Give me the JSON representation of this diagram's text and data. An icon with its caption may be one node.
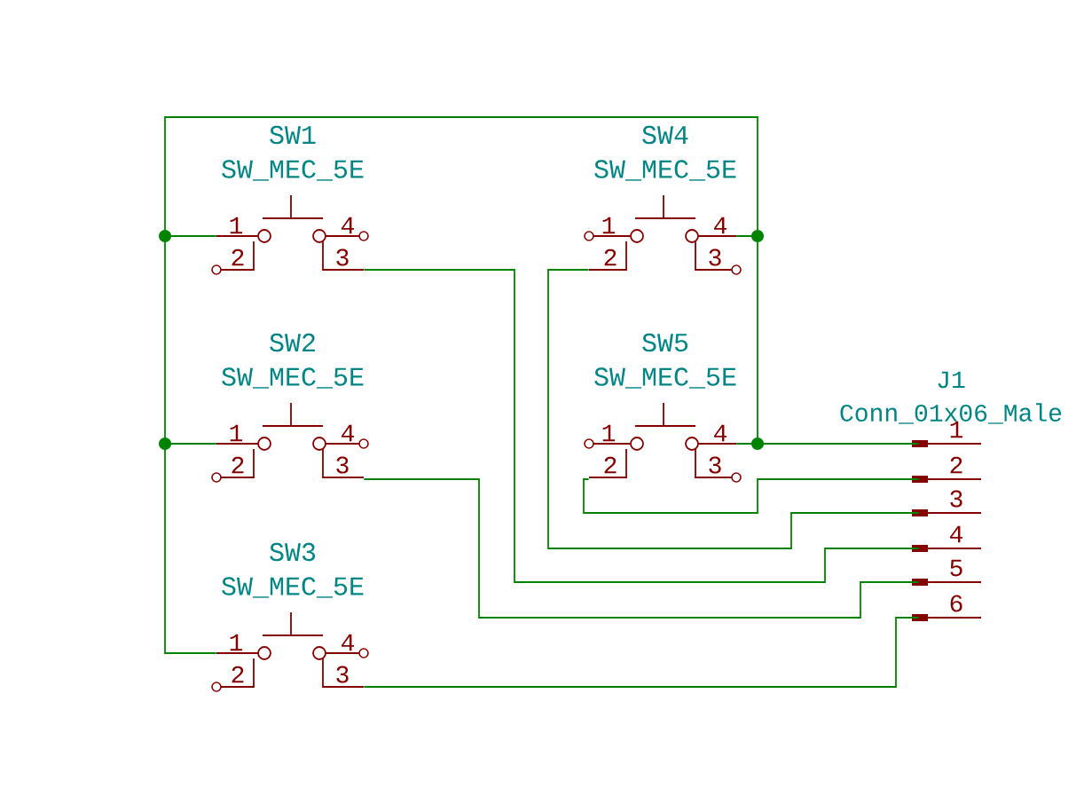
{
  "diagram": {
    "nodes": [
      {
        "text": [
          "SW1",
          "SW_MEC_5E",
          "1",
          "4",
          "2",
          "3"
        ]
      },
      {
        "text": [
          "SW2",
          "SW_MEC_5E",
          "1",
          "4",
          "2",
          "3"
        ]
      },
      {
        "text": [
          "SW3",
          "SW_MEC_5E",
          "1",
          "4",
          "2",
          "3"
        ]
      },
      {
        "text": [
          "SW4",
          "SW_MEC_5E",
          "1",
          "4",
          "2",
          "3"
        ]
      },
      {
        "text": [
          "SW5",
          "SW_MEC_5E",
          "1",
          "4",
          "2",
          "3"
        ]
      },
      {
        "text": [
          "J1",
          "Conn_01x06_Male",
          "1",
          "2",
          "3",
          "4",
          "5",
          "6"
        ]
      }
    ],
    "edges": [
      {
        "from": 0,
        "to": 1,
        "arrow": "none"
      },
      {
        "from": 1,
        "to": 2,
        "arrow": "none"
      },
      {
        "from": 0,
        "to": 3,
        "arrow": "none"
      },
      {
        "from": 3,
        "to": 4,
        "arrow": "none"
      },
      {
        "from": 4,
        "to": 5,
        "arrow": "none"
      },
      {
        "from": 0,
        "to": 5,
        "arrow": "none"
      },
      {
        "from": 1,
        "to": 5,
        "arrow": "none"
      },
      {
        "from": 2,
        "to": 5,
        "arrow": "none"
      },
      {
        "from": 3,
        "to": 5,
        "arrow": "none"
      },
      {
        "from": 4,
        "to": 5,
        "arrow": "none"
      }
    ]
  }
}
